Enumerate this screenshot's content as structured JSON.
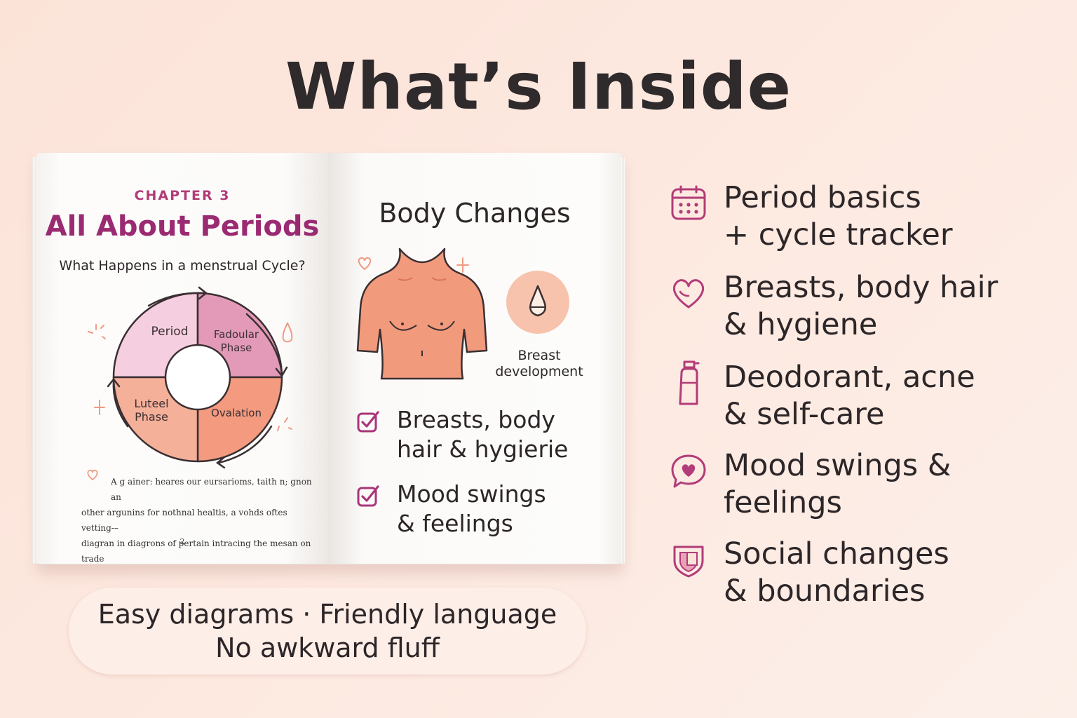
{
  "header": {
    "title": "What’s Inside"
  },
  "book": {
    "left_page": {
      "chapter": "CHAPTER 3",
      "chapter_title": "All About Periods",
      "subtitle": "What Happens in a menstrual Cycle?",
      "cycle_labels": {
        "period": "Period",
        "follicular": "Fadoular\nPhase",
        "luteal": "Luteel\nPhase",
        "ovulation": "Ovalation"
      },
      "body_lines": [
        "A g ainer: heares our eursarioms, taith n; gnon an",
        "other argunins for nothnal healtis, a vohds oftes vetting-–",
        "diagran in diagrons of pertain intracing the mesan on trade"
      ],
      "page_number": "2"
    },
    "right_page": {
      "title": "Body Changes",
      "illustration_label": "Breast\ndevelopment",
      "checklist": [
        {
          "text": "Breasts, body\nhair & hygierie"
        },
        {
          "text": "Mood swings\n& feelings"
        }
      ]
    }
  },
  "tagline": {
    "line1": "Easy diagrams · Friendly language",
    "line2": "No awkward fluff"
  },
  "features": [
    {
      "icon": "calendar-icon",
      "text": "Period basics\n+ cycle tracker"
    },
    {
      "icon": "heart-icon",
      "text": "Breasts, body hair\n& hygiene"
    },
    {
      "icon": "bottle-icon",
      "text": "Deodorant, acne\n& self-care"
    },
    {
      "icon": "chat-heart-icon",
      "text": "Mood swings &\nfeelings"
    },
    {
      "icon": "shield-icon",
      "text": "Social changes\n& boundaries"
    }
  ],
  "colors": {
    "accent": "#b23c79",
    "accent_dark": "#9a2a72",
    "peach": "#f29a7c",
    "pink": "#e8a0bf",
    "background": "#fbe3d8"
  }
}
